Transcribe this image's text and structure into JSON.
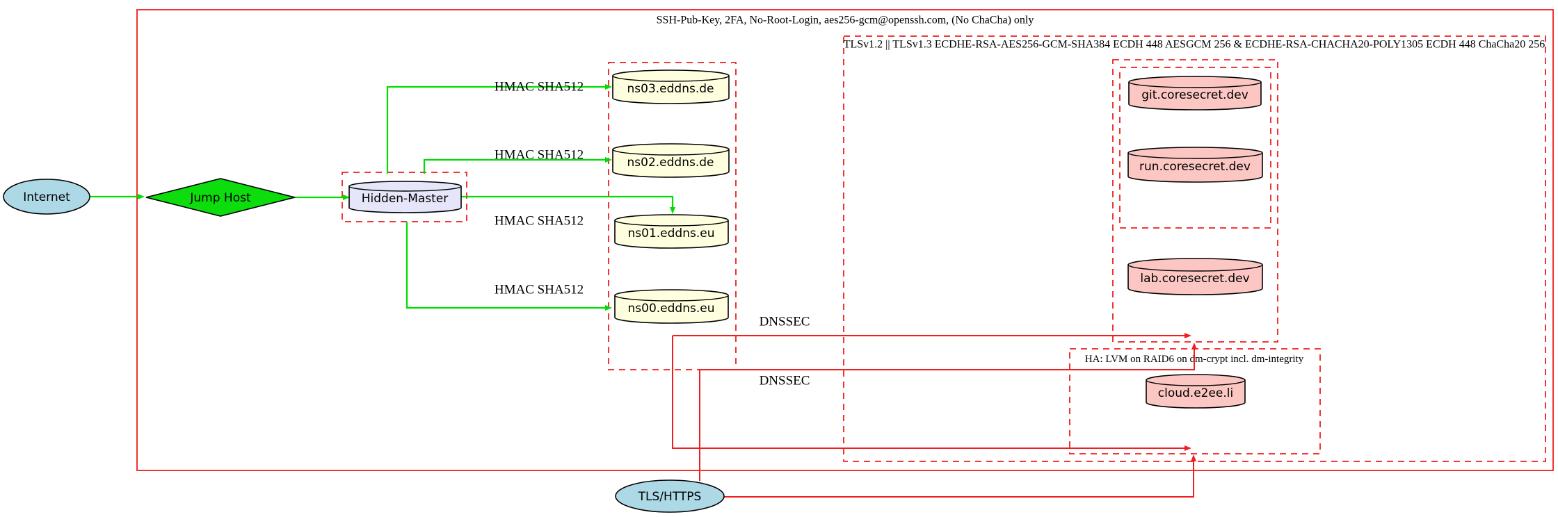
{
  "diagram": {
    "clusters": {
      "ssh": {
        "label": "SSH-Pub-Key, 2FA, No-Root-Login, aes256-gcm@openssh.com, (No ChaCha) only"
      },
      "tls": {
        "label": "TLSv1.2 || TLSv1.3 ECDHE-RSA-AES256-GCM-SHA384 ECDH 448 AESGCM 256 & ECDHE-RSA-CHACHA20-POLY1305 ECDH 448 ChaCha20 256"
      },
      "ha": {
        "label": "HA: LVM on RAID6 on dm-crypt incl. dm-integrity"
      }
    },
    "nodes": {
      "internet": {
        "label": "Internet",
        "shape": "ellipse",
        "fill": "#add8e6"
      },
      "jump_host": {
        "label": "Jump Host",
        "shape": "diamond",
        "fill": "#0ddd0d"
      },
      "hidden_master": {
        "label": "Hidden-Master",
        "shape": "cylinder",
        "fill": "#e6e6fa"
      },
      "ns03": {
        "label": "ns03.eddns.de",
        "shape": "cylinder",
        "fill": "#ffffe0"
      },
      "ns02": {
        "label": "ns02.eddns.de",
        "shape": "cylinder",
        "fill": "#ffffe0"
      },
      "ns01": {
        "label": "ns01.eddns.eu",
        "shape": "cylinder",
        "fill": "#ffffe0"
      },
      "ns00": {
        "label": "ns00.eddns.eu",
        "shape": "cylinder",
        "fill": "#ffffe0"
      },
      "git": {
        "label": "git.coresecret.dev",
        "shape": "cylinder",
        "fill": "#fcc7c3"
      },
      "run": {
        "label": "run.coresecret.dev",
        "shape": "cylinder",
        "fill": "#fcc7c3"
      },
      "lab": {
        "label": "lab.coresecret.dev",
        "shape": "cylinder",
        "fill": "#fcc7c3"
      },
      "cloud": {
        "label": "cloud.e2ee.li",
        "shape": "cylinder",
        "fill": "#fcc7c3"
      },
      "tls_https": {
        "label": "TLS/HTTPS",
        "shape": "ellipse",
        "fill": "#add8e6"
      }
    },
    "edge_labels": {
      "hmac": [
        "HMAC SHA512",
        "HMAC SHA512",
        "HMAC SHA512",
        "HMAC SHA512"
      ],
      "dnssec": [
        "DNSSEC",
        "DNSSEC"
      ]
    },
    "palette": {
      "edge_green": "#00dd00",
      "edge_red": "#ee1f1f",
      "border_black": "#000000",
      "background": "#ffffff"
    }
  }
}
